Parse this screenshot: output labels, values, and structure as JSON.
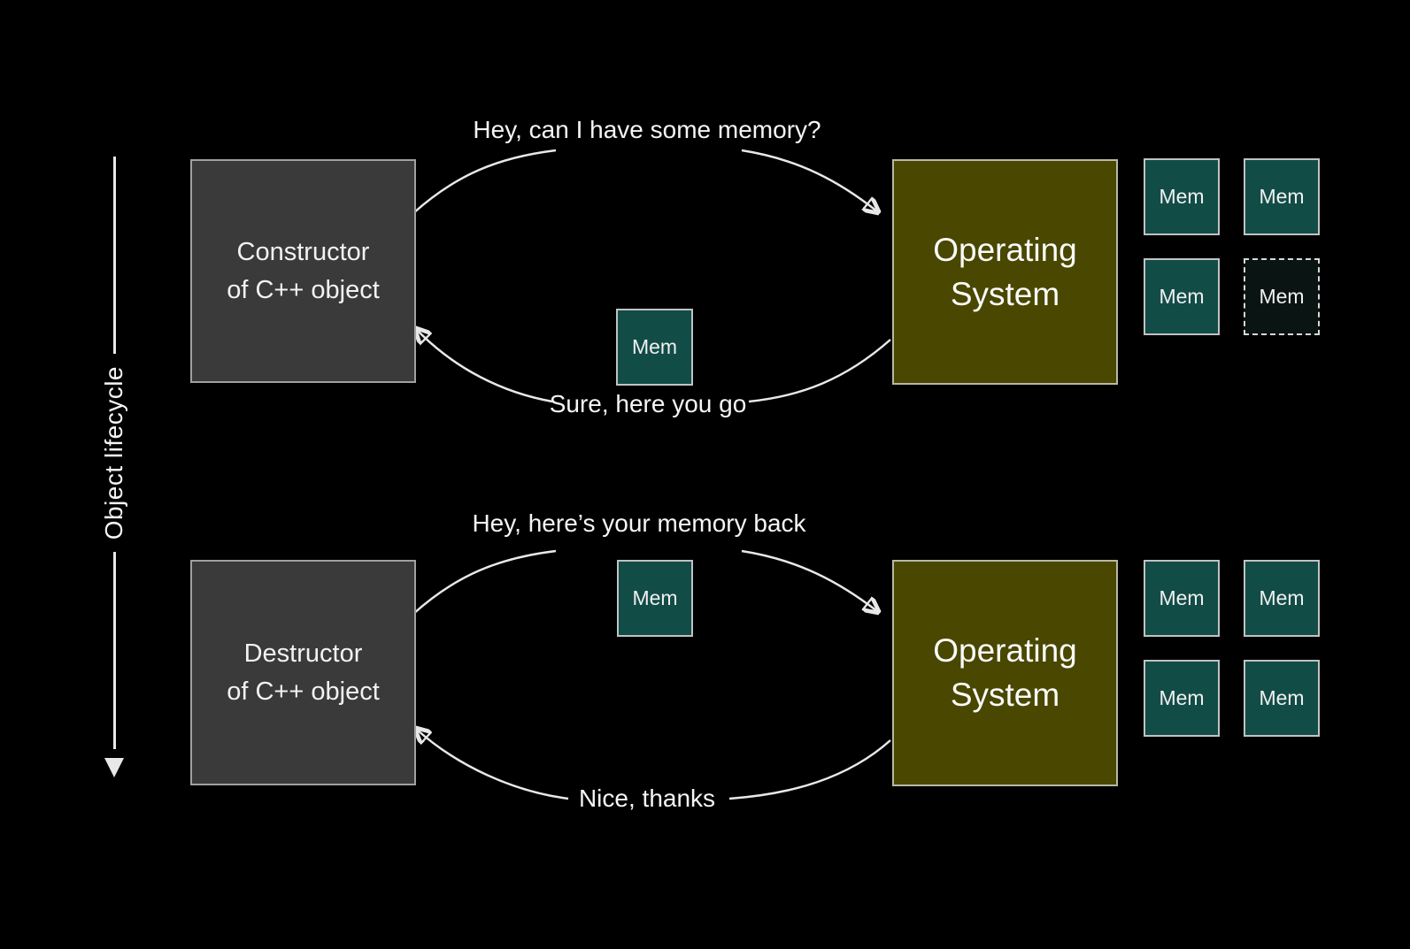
{
  "colors": {
    "background": "#000000",
    "actor_box": "#3a3a3a",
    "os_box": "#4a4700",
    "mem_box": "#124c47",
    "mem_box_empty": "#0a1413",
    "line": "#e8e8e8",
    "text": "#f5f5f5"
  },
  "lifecycle_axis": {
    "label": "Object lifecycle"
  },
  "allocation_flow": {
    "actor": {
      "line1": "Constructor",
      "line2": "of C++ object"
    },
    "os": {
      "line1": "Operating",
      "line2": "System"
    },
    "request_message": "Hey, can I have some memory?",
    "response_message": "Sure, here you go",
    "transfer_block": {
      "label": "Mem"
    },
    "os_memory_blocks": [
      {
        "label": "Mem",
        "variant": "solid"
      },
      {
        "label": "Mem",
        "variant": "solid"
      },
      {
        "label": "Mem",
        "variant": "solid"
      },
      {
        "label": "Mem",
        "variant": "dashed"
      }
    ]
  },
  "deallocation_flow": {
    "actor": {
      "line1": "Destructor",
      "line2": "of C++ object"
    },
    "os": {
      "line1": "Operating",
      "line2": "System"
    },
    "request_message": "Hey, here’s your memory back",
    "response_message": "Nice, thanks",
    "transfer_block": {
      "label": "Mem"
    },
    "os_memory_blocks": [
      {
        "label": "Mem",
        "variant": "solid"
      },
      {
        "label": "Mem",
        "variant": "solid"
      },
      {
        "label": "Mem",
        "variant": "solid"
      },
      {
        "label": "Mem",
        "variant": "solid"
      }
    ]
  }
}
